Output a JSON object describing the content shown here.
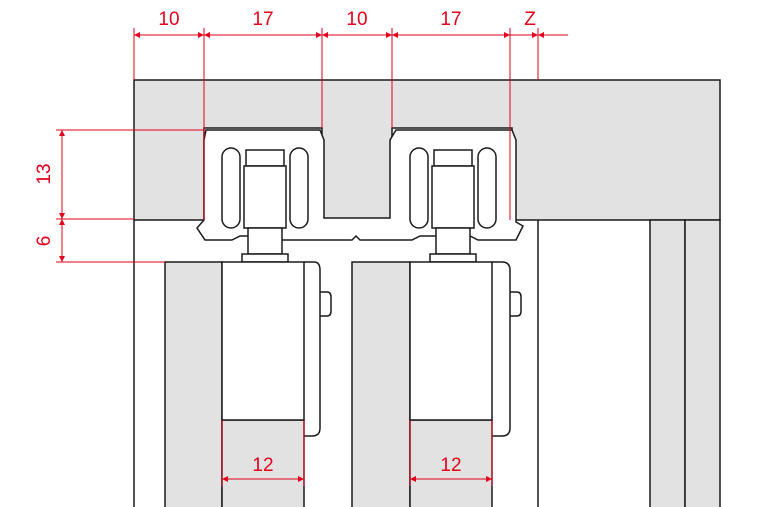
{
  "drawing": {
    "top_dimensions": [
      "10",
      "17",
      "10",
      "17",
      "Z"
    ],
    "left_dimensions": [
      "13",
      "6"
    ],
    "bottom_dimensions": [
      "12",
      "12"
    ],
    "colors": {
      "dimension": "#e3001b",
      "fill": "#e2e2e2",
      "line": "#1a1a1a"
    }
  }
}
